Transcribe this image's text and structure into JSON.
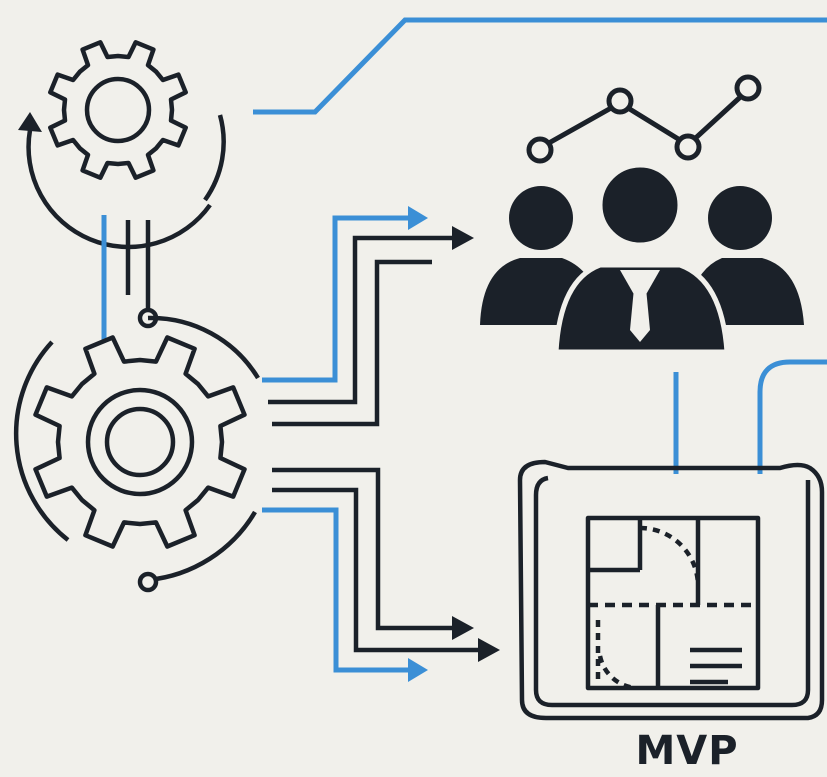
{
  "diagram": {
    "colors": {
      "ink": "#1b2129",
      "accent": "#3b8fd6",
      "background": "#f1f0eb"
    },
    "nodes": [
      {
        "id": "small-gear",
        "icon": "gear-icon"
      },
      {
        "id": "main-gear",
        "icon": "gear-icon"
      },
      {
        "id": "team",
        "icon": "team-icon"
      },
      {
        "id": "trend",
        "icon": "line-chart-icon"
      },
      {
        "id": "blueprint",
        "icon": "blueprint-icon",
        "label": "MVP"
      }
    ]
  }
}
